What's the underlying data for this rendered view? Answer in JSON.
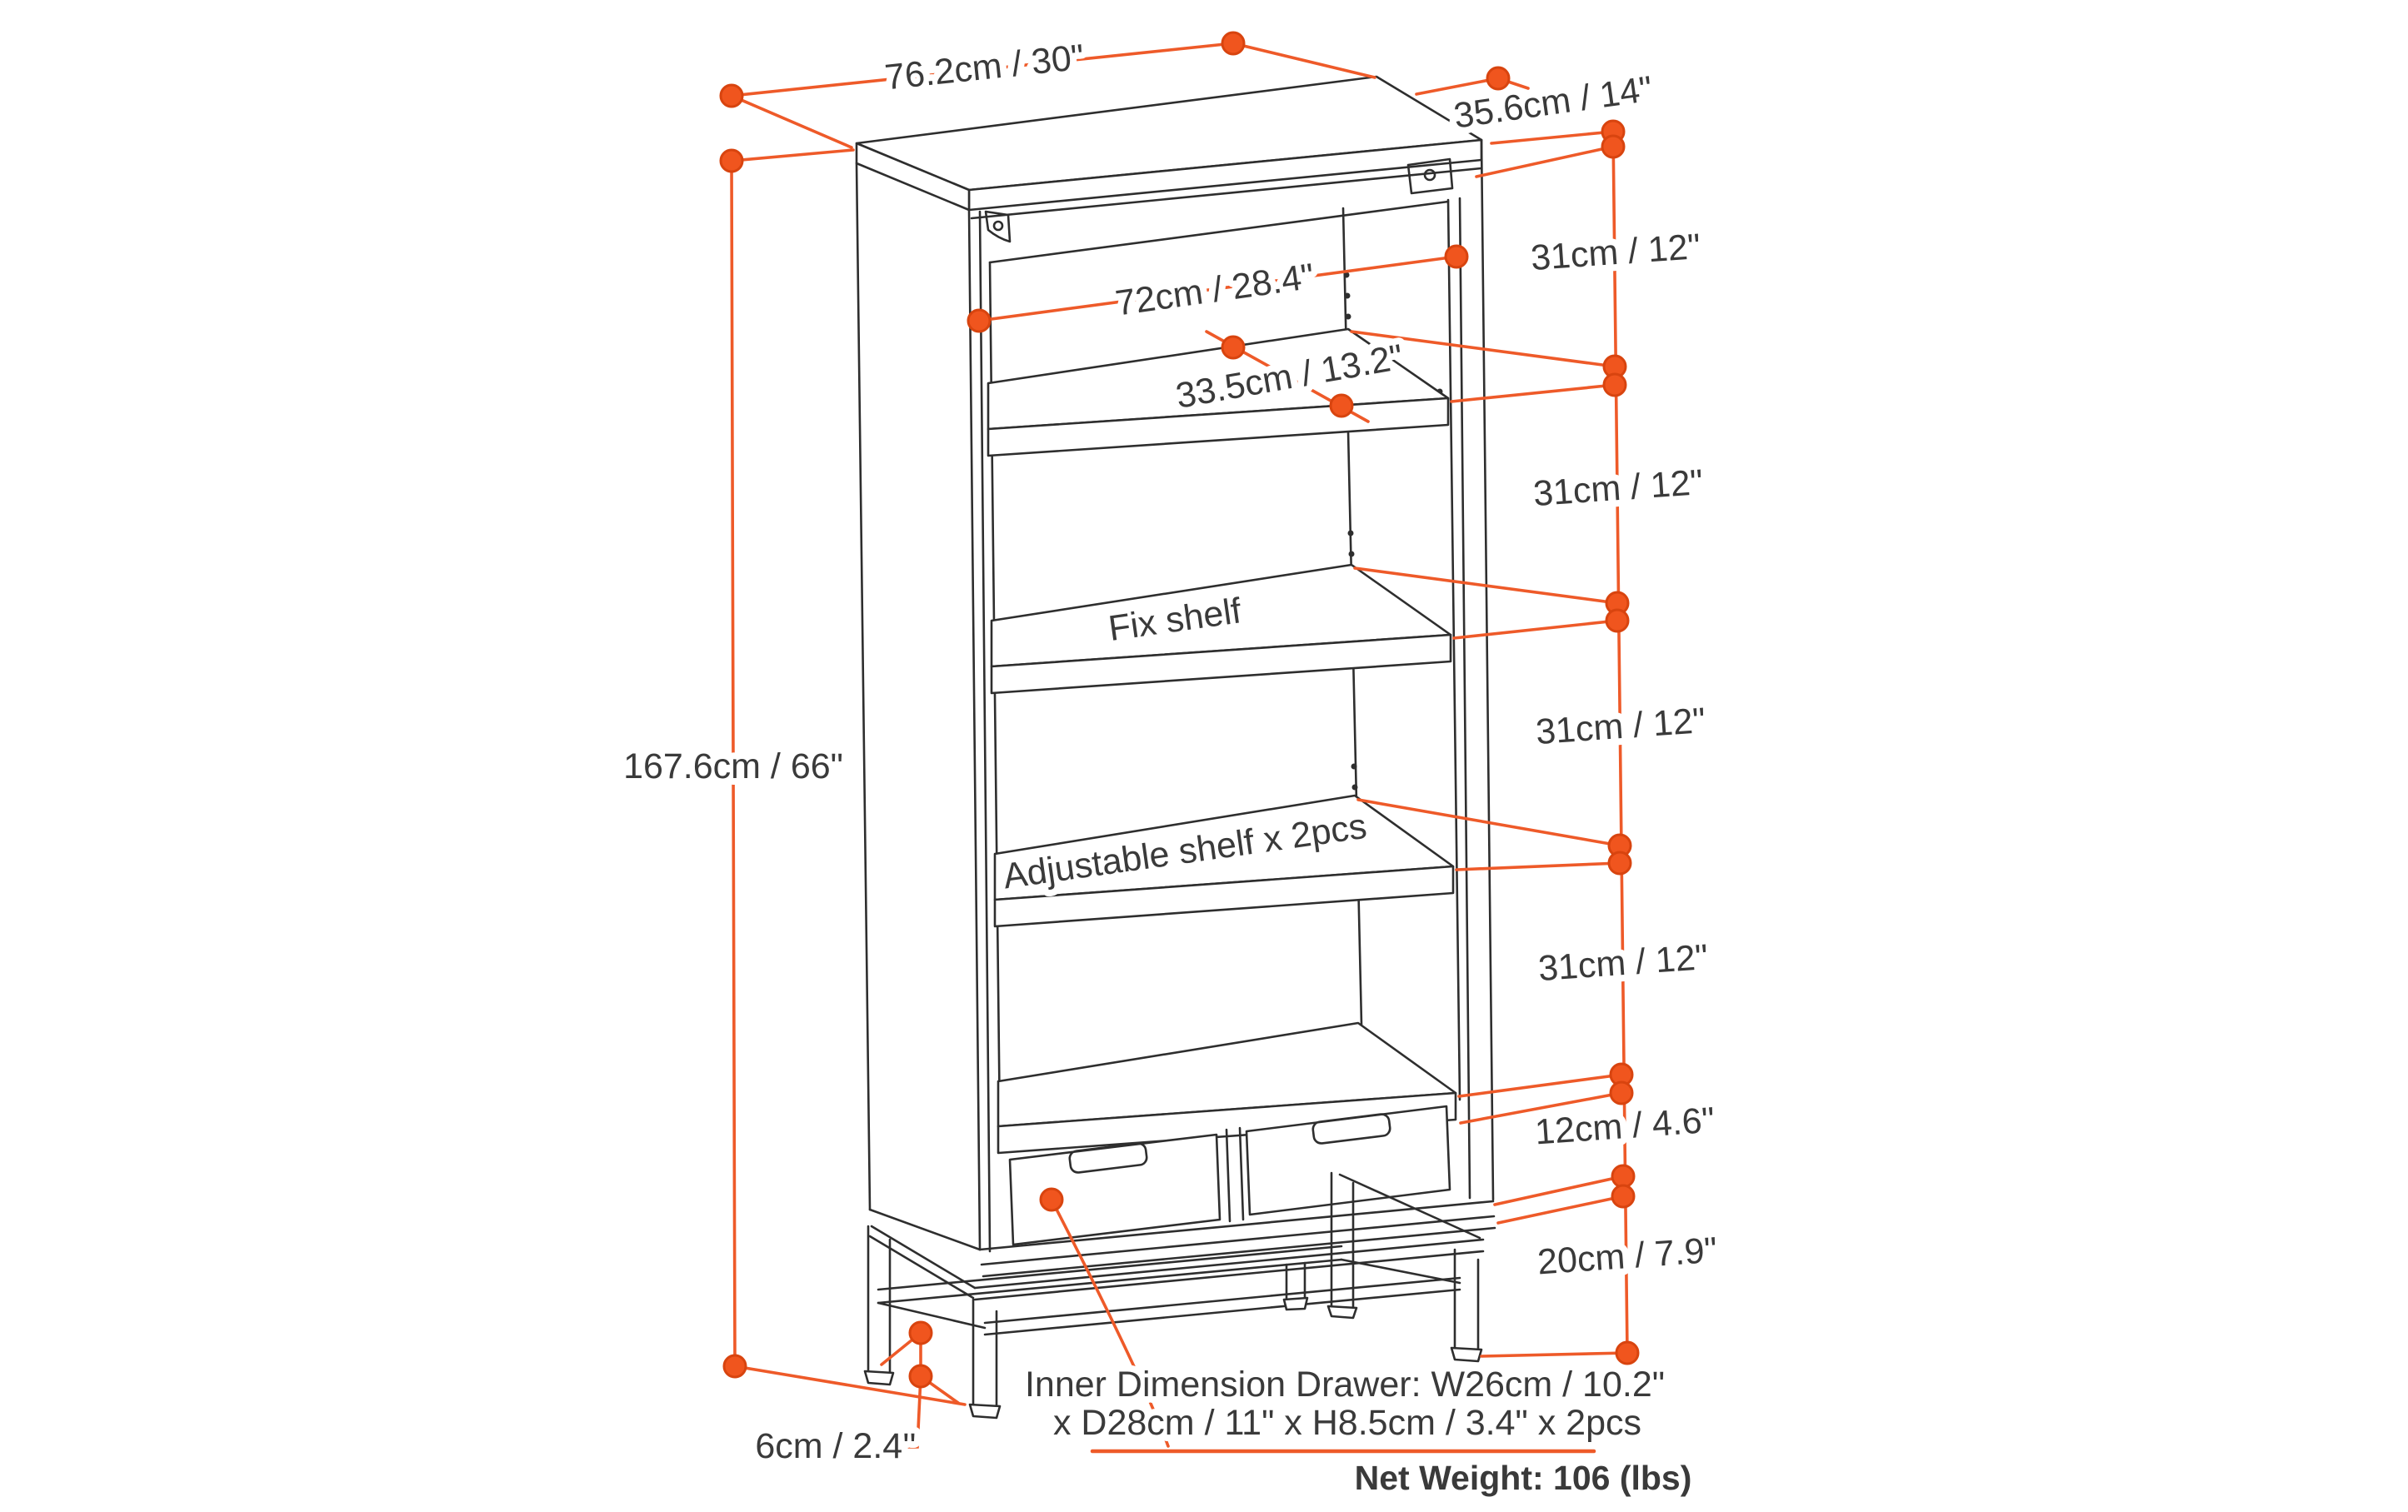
{
  "diagram": {
    "type": "furniture-dimension-drawing",
    "background": "#ffffff",
    "accent_color": "#ee5a29",
    "line_color": "#2e2e2e",
    "text_color": "#3a3a3a",
    "labels": {
      "width": "76.2cm / 30\"",
      "depth": "35.6cm / 14\"",
      "interior_width": "72cm / 28.4\"",
      "shelf_depth": "33.5cm / 13.2\"",
      "fix_shelf": "Fix shelf",
      "adjustable_shelf": "Adjustable shelf x 2pcs",
      "height": "167.6cm / 66\"",
      "shelf_gaps": [
        "31cm / 12\"",
        "31cm / 12\"",
        "31cm / 12\"",
        "31cm / 12\""
      ],
      "drawer_height": "12cm / 4.6\"",
      "base_height": "20cm / 7.9\"",
      "foot_height": "6cm / 2.4''",
      "drawer_inner_line1": "Inner Dimension Drawer: W26cm / 10.2\"",
      "drawer_inner_line2": "x D28cm / 11\" x H8.5cm / 3.4\" x 2pcs",
      "net_weight": "Net Weight:  106 (lbs)"
    }
  }
}
